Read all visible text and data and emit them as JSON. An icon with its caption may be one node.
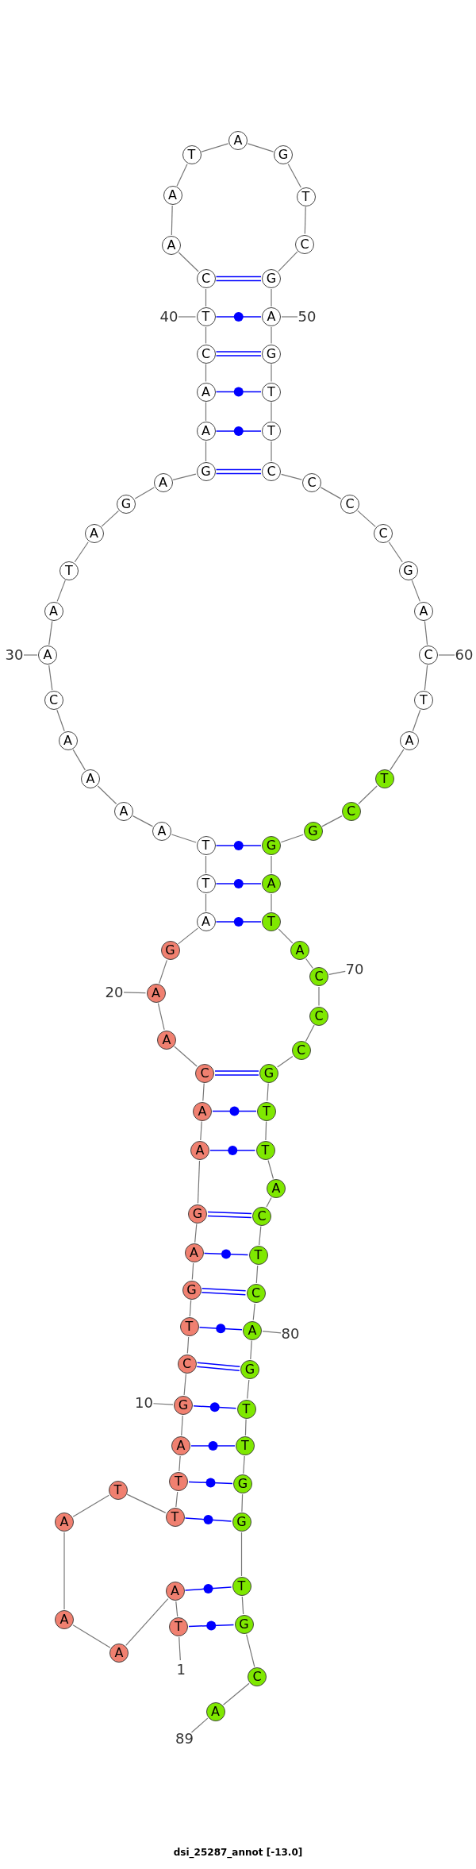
{
  "diagram": {
    "caption": "dsi_25287_annot [-13.0]",
    "nodes": [
      {
        "text": [
          "T"
        ]
      },
      {
        "text": [
          "A"
        ]
      },
      {
        "text": [
          "A"
        ]
      },
      {
        "text": [
          "A"
        ]
      },
      {
        "text": [
          "A"
        ]
      },
      {
        "text": [
          "T"
        ]
      },
      {
        "text": [
          "T"
        ]
      },
      {
        "text": [
          "T"
        ]
      },
      {
        "text": [
          "A"
        ]
      },
      {
        "text": [
          "G"
        ]
      },
      {
        "text": [
          "C"
        ]
      },
      {
        "text": [
          "T"
        ]
      },
      {
        "text": [
          "G"
        ]
      },
      {
        "text": [
          "A"
        ]
      },
      {
        "text": [
          "G"
        ]
      },
      {
        "text": [
          "A"
        ]
      },
      {
        "text": [
          "A"
        ]
      },
      {
        "text": [
          "C"
        ]
      },
      {
        "text": [
          "A"
        ]
      },
      {
        "text": [
          "A"
        ]
      },
      {
        "text": [
          "G"
        ]
      },
      {
        "text": [
          "A"
        ]
      },
      {
        "text": [
          "T"
        ]
      },
      {
        "text": [
          "T"
        ]
      },
      {
        "text": [
          "A"
        ]
      },
      {
        "text": [
          "A"
        ]
      },
      {
        "text": [
          "A"
        ]
      },
      {
        "text": [
          "A"
        ]
      },
      {
        "text": [
          "C"
        ]
      },
      {
        "text": [
          "A"
        ]
      },
      {
        "text": [
          "A"
        ]
      },
      {
        "text": [
          "T"
        ]
      },
      {
        "text": [
          "A"
        ]
      },
      {
        "text": [
          "G"
        ]
      },
      {
        "text": [
          "A"
        ]
      },
      {
        "text": [
          "G"
        ]
      },
      {
        "text": [
          "A"
        ]
      },
      {
        "text": [
          "A"
        ]
      },
      {
        "text": [
          "C"
        ]
      },
      {
        "text": [
          "T"
        ]
      },
      {
        "text": [
          "C"
        ]
      },
      {
        "text": [
          "A"
        ]
      },
      {
        "text": [
          "A"
        ]
      },
      {
        "text": [
          "T"
        ]
      },
      {
        "text": [
          "A"
        ]
      },
      {
        "text": [
          "G"
        ]
      },
      {
        "text": [
          "T"
        ]
      },
      {
        "text": [
          "C"
        ]
      },
      {
        "text": [
          "G"
        ]
      },
      {
        "text": [
          "A"
        ]
      },
      {
        "text": [
          "G"
        ]
      },
      {
        "text": [
          "T"
        ]
      },
      {
        "text": [
          "T"
        ]
      },
      {
        "text": [
          "C"
        ]
      },
      {
        "text": [
          "C"
        ]
      },
      {
        "text": [
          "C"
        ]
      },
      {
        "text": [
          "C"
        ]
      },
      {
        "text": [
          "G"
        ]
      },
      {
        "text": [
          "A"
        ]
      },
      {
        "text": [
          "C"
        ]
      },
      {
        "text": [
          "T"
        ]
      },
      {
        "text": [
          "A"
        ]
      },
      {
        "text": [
          "T"
        ]
      },
      {
        "text": [
          "C"
        ]
      },
      {
        "text": [
          "G"
        ]
      },
      {
        "text": [
          "G"
        ]
      },
      {
        "text": [
          "A"
        ]
      },
      {
        "text": [
          "T"
        ]
      },
      {
        "text": [
          "A"
        ]
      },
      {
        "text": [
          "C"
        ]
      },
      {
        "text": [
          "C"
        ]
      },
      {
        "text": [
          "C"
        ]
      },
      {
        "text": [
          "G"
        ]
      },
      {
        "text": [
          "T"
        ]
      },
      {
        "text": [
          "T"
        ]
      },
      {
        "text": [
          "A"
        ]
      },
      {
        "text": [
          "C"
        ]
      },
      {
        "text": [
          "T"
        ]
      },
      {
        "text": [
          "C"
        ]
      },
      {
        "text": [
          "A"
        ]
      },
      {
        "text": [
          "G"
        ]
      },
      {
        "text": [
          "T"
        ]
      },
      {
        "text": [
          "T"
        ]
      },
      {
        "text": [
          "G"
        ]
      },
      {
        "text": [
          "G"
        ]
      },
      {
        "text": [
          "T"
        ]
      },
      {
        "text": [
          "G"
        ]
      },
      {
        "text": [
          "C"
        ]
      },
      {
        "text": [
          "A"
        ]
      },
      {
        "text": [
          "1"
        ]
      },
      {
        "text": [
          "10"
        ]
      },
      {
        "text": [
          "20"
        ]
      },
      {
        "text": [
          "30"
        ]
      },
      {
        "text": [
          "40"
        ]
      },
      {
        "text": [
          "50"
        ]
      },
      {
        "text": [
          "60"
        ]
      },
      {
        "text": [
          "70"
        ]
      },
      {
        "text": [
          "80"
        ]
      },
      {
        "text": [
          "89"
        ]
      }
    ],
    "edges": [
      {
        "from": 0,
        "to": 1,
        "arrow": "none"
      },
      {
        "from": 1,
        "to": 2,
        "arrow": "none"
      },
      {
        "from": 2,
        "to": 3,
        "arrow": "none"
      },
      {
        "from": 3,
        "to": 4,
        "arrow": "none"
      },
      {
        "from": 4,
        "to": 5,
        "arrow": "none"
      },
      {
        "from": 5,
        "to": 6,
        "arrow": "none"
      },
      {
        "from": 6,
        "to": 7,
        "arrow": "none"
      },
      {
        "from": 7,
        "to": 8,
        "arrow": "none"
      },
      {
        "from": 8,
        "to": 9,
        "arrow": "none"
      },
      {
        "from": 9,
        "to": 10,
        "arrow": "none"
      },
      {
        "from": 10,
        "to": 11,
        "arrow": "none"
      },
      {
        "from": 11,
        "to": 12,
        "arrow": "none"
      },
      {
        "from": 12,
        "to": 13,
        "arrow": "none"
      },
      {
        "from": 13,
        "to": 14,
        "arrow": "none"
      },
      {
        "from": 14,
        "to": 15,
        "arrow": "none"
      },
      {
        "from": 15,
        "to": 16,
        "arrow": "none"
      },
      {
        "from": 16,
        "to": 17,
        "arrow": "none"
      },
      {
        "from": 17,
        "to": 18,
        "arrow": "none"
      },
      {
        "from": 18,
        "to": 19,
        "arrow": "none"
      },
      {
        "from": 19,
        "to": 20,
        "arrow": "none"
      },
      {
        "from": 20,
        "to": 21,
        "arrow": "none"
      },
      {
        "from": 21,
        "to": 22,
        "arrow": "none"
      },
      {
        "from": 22,
        "to": 23,
        "arrow": "none"
      },
      {
        "from": 23,
        "to": 24,
        "arrow": "none"
      },
      {
        "from": 24,
        "to": 25,
        "arrow": "none"
      },
      {
        "from": 25,
        "to": 26,
        "arrow": "none"
      },
      {
        "from": 26,
        "to": 27,
        "arrow": "none"
      },
      {
        "from": 27,
        "to": 28,
        "arrow": "none"
      },
      {
        "from": 28,
        "to": 29,
        "arrow": "none"
      },
      {
        "from": 29,
        "to": 30,
        "arrow": "none"
      },
      {
        "from": 30,
        "to": 31,
        "arrow": "none"
      },
      {
        "from": 31,
        "to": 32,
        "arrow": "none"
      },
      {
        "from": 32,
        "to": 33,
        "arrow": "none"
      },
      {
        "from": 33,
        "to": 34,
        "arrow": "none"
      },
      {
        "from": 34,
        "to": 35,
        "arrow": "none"
      },
      {
        "from": 35,
        "to": 36,
        "arrow": "none"
      },
      {
        "from": 36,
        "to": 37,
        "arrow": "none"
      },
      {
        "from": 37,
        "to": 38,
        "arrow": "none"
      },
      {
        "from": 38,
        "to": 39,
        "arrow": "none"
      },
      {
        "from": 39,
        "to": 40,
        "arrow": "none"
      },
      {
        "from": 40,
        "to": 41,
        "arrow": "none"
      },
      {
        "from": 41,
        "to": 42,
        "arrow": "none"
      },
      {
        "from": 42,
        "to": 43,
        "arrow": "none"
      },
      {
        "from": 43,
        "to": 44,
        "arrow": "none"
      },
      {
        "from": 44,
        "to": 45,
        "arrow": "none"
      },
      {
        "from": 45,
        "to": 46,
        "arrow": "none"
      },
      {
        "from": 46,
        "to": 47,
        "arrow": "none"
      },
      {
        "from": 47,
        "to": 48,
        "arrow": "none"
      },
      {
        "from": 48,
        "to": 49,
        "arrow": "none"
      },
      {
        "from": 49,
        "to": 50,
        "arrow": "none"
      },
      {
        "from": 50,
        "to": 51,
        "arrow": "none"
      },
      {
        "from": 51,
        "to": 52,
        "arrow": "none"
      },
      {
        "from": 52,
        "to": 53,
        "arrow": "none"
      },
      {
        "from": 53,
        "to": 54,
        "arrow": "none"
      },
      {
        "from": 54,
        "to": 55,
        "arrow": "none"
      },
      {
        "from": 55,
        "to": 56,
        "arrow": "none"
      },
      {
        "from": 56,
        "to": 57,
        "arrow": "none"
      },
      {
        "from": 57,
        "to": 58,
        "arrow": "none"
      },
      {
        "from": 58,
        "to": 59,
        "arrow": "none"
      },
      {
        "from": 59,
        "to": 60,
        "arrow": "none"
      },
      {
        "from": 60,
        "to": 61,
        "arrow": "none"
      },
      {
        "from": 61,
        "to": 62,
        "arrow": "none"
      },
      {
        "from": 62,
        "to": 63,
        "arrow": "none"
      },
      {
        "from": 63,
        "to": 64,
        "arrow": "none"
      },
      {
        "from": 64,
        "to": 65,
        "arrow": "none"
      },
      {
        "from": 65,
        "to": 66,
        "arrow": "none"
      },
      {
        "from": 66,
        "to": 67,
        "arrow": "none"
      },
      {
        "from": 67,
        "to": 68,
        "arrow": "none"
      },
      {
        "from": 68,
        "to": 69,
        "arrow": "none"
      },
      {
        "from": 69,
        "to": 70,
        "arrow": "none"
      },
      {
        "from": 70,
        "to": 71,
        "arrow": "none"
      },
      {
        "from": 71,
        "to": 72,
        "arrow": "none"
      },
      {
        "from": 72,
        "to": 73,
        "arrow": "none"
      },
      {
        "from": 73,
        "to": 74,
        "arrow": "none"
      },
      {
        "from": 74,
        "to": 75,
        "arrow": "none"
      },
      {
        "from": 75,
        "to": 76,
        "arrow": "none"
      },
      {
        "from": 76,
        "to": 77,
        "arrow": "none"
      },
      {
        "from": 77,
        "to": 78,
        "arrow": "none"
      },
      {
        "from": 78,
        "to": 79,
        "arrow": "none"
      },
      {
        "from": 79,
        "to": 80,
        "arrow": "none"
      },
      {
        "from": 80,
        "to": 81,
        "arrow": "none"
      },
      {
        "from": 81,
        "to": 82,
        "arrow": "none"
      },
      {
        "from": 82,
        "to": 83,
        "arrow": "none"
      },
      {
        "from": 83,
        "to": 84,
        "arrow": "none"
      },
      {
        "from": 84,
        "to": 85,
        "arrow": "none"
      },
      {
        "from": 85,
        "to": 86,
        "arrow": "none"
      },
      {
        "from": 86,
        "to": 87,
        "arrow": "none"
      },
      {
        "from": 87,
        "to": 88,
        "arrow": "none"
      },
      {
        "from": 0,
        "to": 86,
        "arrow": "none",
        "color": "#0000ff"
      },
      {
        "from": 1,
        "to": 85,
        "arrow": "none",
        "color": "#0000ff"
      },
      {
        "from": 6,
        "to": 84,
        "arrow": "none",
        "color": "#0000ff"
      },
      {
        "from": 7,
        "to": 83,
        "arrow": "none",
        "color": "#0000ff"
      },
      {
        "from": 8,
        "to": 82,
        "arrow": "none",
        "color": "#0000ff"
      },
      {
        "from": 9,
        "to": 81,
        "arrow": "none",
        "color": "#0000ff"
      },
      {
        "from": 10,
        "to": 80,
        "arrow": "none",
        "color": "#0000ff"
      },
      {
        "from": 11,
        "to": 79,
        "arrow": "none",
        "color": "#0000ff"
      },
      {
        "from": 12,
        "to": 78,
        "arrow": "none",
        "color": "#0000ff"
      },
      {
        "from": 13,
        "to": 77,
        "arrow": "none",
        "color": "#0000ff"
      },
      {
        "from": 14,
        "to": 76,
        "arrow": "none",
        "color": "#0000ff"
      },
      {
        "from": 15,
        "to": 74,
        "arrow": "none",
        "color": "#0000ff"
      },
      {
        "from": 16,
        "to": 73,
        "arrow": "none",
        "color": "#0000ff"
      },
      {
        "from": 17,
        "to": 72,
        "arrow": "none",
        "color": "#0000ff"
      },
      {
        "from": 21,
        "to": 67,
        "arrow": "none",
        "color": "#0000ff"
      },
      {
        "from": 22,
        "to": 66,
        "arrow": "none",
        "color": "#0000ff"
      },
      {
        "from": 23,
        "to": 65,
        "arrow": "none",
        "color": "#0000ff"
      },
      {
        "from": 35,
        "to": 53,
        "arrow": "none",
        "color": "#0000ff"
      },
      {
        "from": 36,
        "to": 52,
        "arrow": "none",
        "color": "#0000ff"
      },
      {
        "from": 37,
        "to": 51,
        "arrow": "none",
        "color": "#0000ff"
      },
      {
        "from": 38,
        "to": 50,
        "arrow": "none",
        "color": "#0000ff"
      },
      {
        "from": 39,
        "to": 49,
        "arrow": "none",
        "color": "#0000ff"
      },
      {
        "from": 40,
        "to": 48,
        "arrow": "none",
        "color": "#0000ff"
      },
      {
        "from": 89,
        "to": 0,
        "arrow": "none"
      },
      {
        "from": 90,
        "to": 9,
        "arrow": "none"
      },
      {
        "from": 91,
        "to": 19,
        "arrow": "none"
      },
      {
        "from": 92,
        "to": 29,
        "arrow": "none"
      },
      {
        "from": 93,
        "to": 39,
        "arrow": "none"
      },
      {
        "from": 94,
        "to": 49,
        "arrow": "none"
      },
      {
        "from": 95,
        "to": 59,
        "arrow": "none"
      },
      {
        "from": 96,
        "to": 69,
        "arrow": "none"
      },
      {
        "from": 97,
        "to": 79,
        "arrow": "none"
      },
      {
        "from": 98,
        "to": 88,
        "arrow": "none"
      }
    ]
  }
}
